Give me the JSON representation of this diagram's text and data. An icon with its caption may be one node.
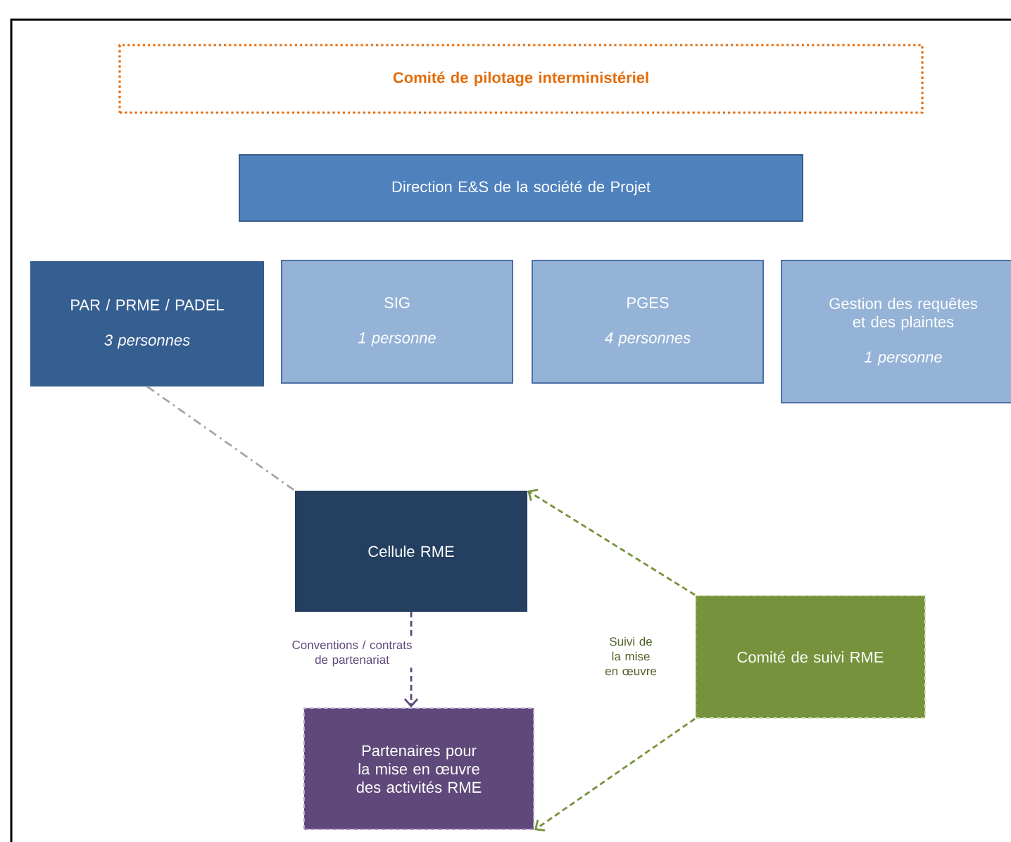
{
  "diagram": {
    "nodes": [
      {
        "text": [
          "Comité de pilotage interministériel"
        ]
      },
      {
        "text": [
          "Direction E&S de la société de Projet"
        ]
      },
      {
        "text": [
          "PAR / PRME / PADEL",
          "3 personnes"
        ]
      },
      {
        "text": [
          "SIG",
          "1 personne"
        ]
      },
      {
        "text": [
          "PGES",
          "4 personnes"
        ]
      },
      {
        "text": [
          "Gestion des requêtes et des plaintes",
          "1 personne"
        ]
      },
      {
        "text": [
          "Cellule RME"
        ]
      },
      {
        "text": [
          "Comité de suivi RME"
        ]
      },
      {
        "text": [
          "Partenaires pour la mise en œuvre des activités RME"
        ]
      }
    ],
    "edges": [
      {
        "from": 2,
        "to": 6,
        "arrow": "none",
        "style": "dashed",
        "color": "#a6a6a6"
      },
      {
        "from": 6,
        "to": 8,
        "arrow": "to",
        "style": "dashed",
        "color": "#5f497a",
        "label": "Conventions / contrats de partenariat"
      },
      {
        "from": 7,
        "to": 6,
        "arrow": "to",
        "style": "dashed",
        "color": "#76923c",
        "label": "Suivi de la mise en œuvre"
      },
      {
        "from": 7,
        "to": 8,
        "arrow": "to",
        "style": "dashed",
        "color": "#76923c"
      }
    ]
  }
}
